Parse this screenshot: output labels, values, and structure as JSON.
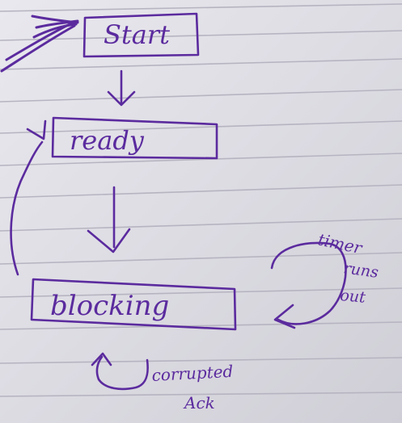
{
  "diagram": {
    "nodes": {
      "start": "Start",
      "ready": "ready",
      "blocking": "blocking"
    },
    "notes": {
      "timer_line1": "timer",
      "timer_line2": "runs",
      "timer_line3": "out",
      "corrupted_line1": "corrupted",
      "corrupted_line2": "Ack"
    }
  },
  "colors": {
    "ink": "#5b2b9e",
    "paper": "#e3e2e8",
    "rule": "#b8b6c2"
  }
}
